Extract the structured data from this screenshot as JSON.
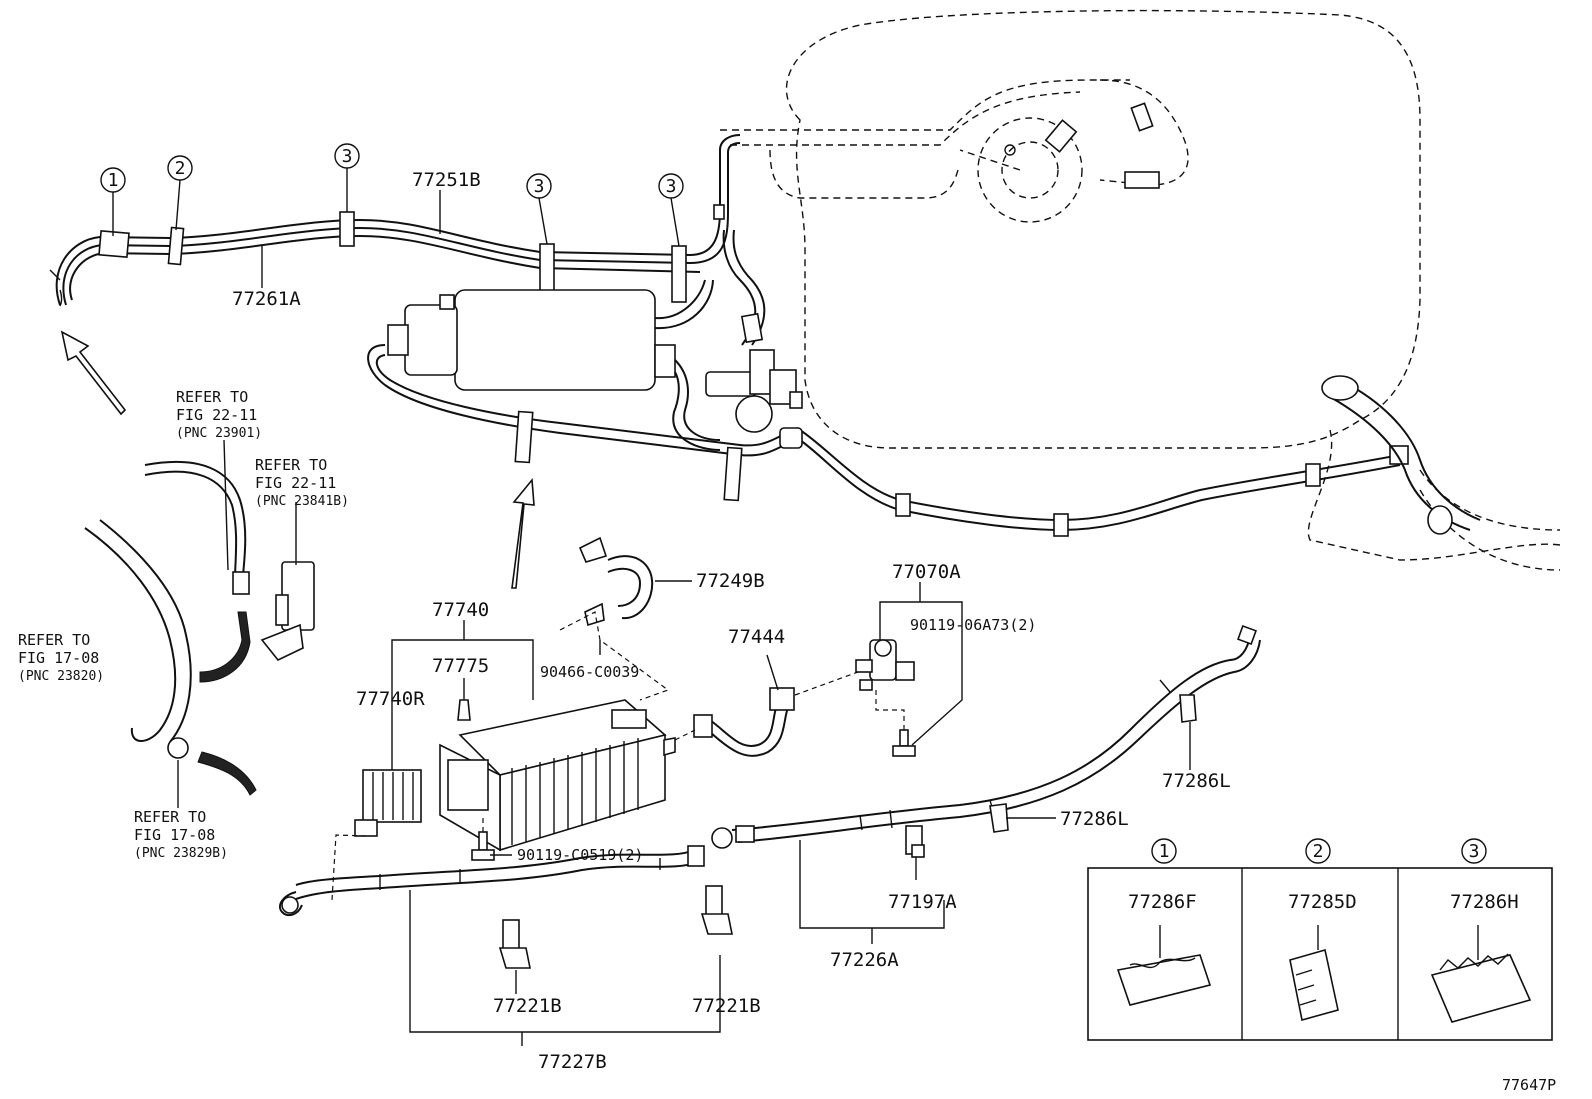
{
  "figure_number": "77647P",
  "callouts": {
    "c_77251B": "77251B",
    "c_77261A": "77261A",
    "c_77249B": "77249B",
    "c_77070A": "77070A",
    "c_90119_06A73": "90119-06A73(2)",
    "c_77740": "77740",
    "c_77775": "77775",
    "c_77740R": "77740R",
    "c_90466": "90466-C0039",
    "c_77444": "77444",
    "c_90119_C0519": "90119-C0519(2)",
    "c_77286L_a": "77286L",
    "c_77286L_b": "77286L",
    "c_77197A": "77197A",
    "c_77226A": "77226A",
    "c_77221B_a": "77221B",
    "c_77221B_b": "77221B",
    "c_77227B": "77227B"
  },
  "clip_markers": {
    "m1": "1",
    "m2": "2",
    "m3a": "3",
    "m3b": "3",
    "m3c": "3"
  },
  "references": {
    "ref1": {
      "line1": "REFER TO",
      "line2": "FIG 22-11",
      "line3": "(PNC 23901)"
    },
    "ref2": {
      "line1": "REFER TO",
      "line2": "FIG 22-11",
      "line3": "(PNC 23841B)"
    },
    "ref3": {
      "line1": "REFER TO",
      "line2": "FIG 17-08",
      "line3": "(PNC 23820)"
    },
    "ref4": {
      "line1": "REFER TO",
      "line2": "FIG 17-08",
      "line3": "(PNC 23829B)"
    }
  },
  "legend": {
    "items": [
      {
        "marker": "1",
        "part": "77286F"
      },
      {
        "marker": "2",
        "part": "77285D"
      },
      {
        "marker": "3",
        "part": "77286H"
      }
    ]
  }
}
